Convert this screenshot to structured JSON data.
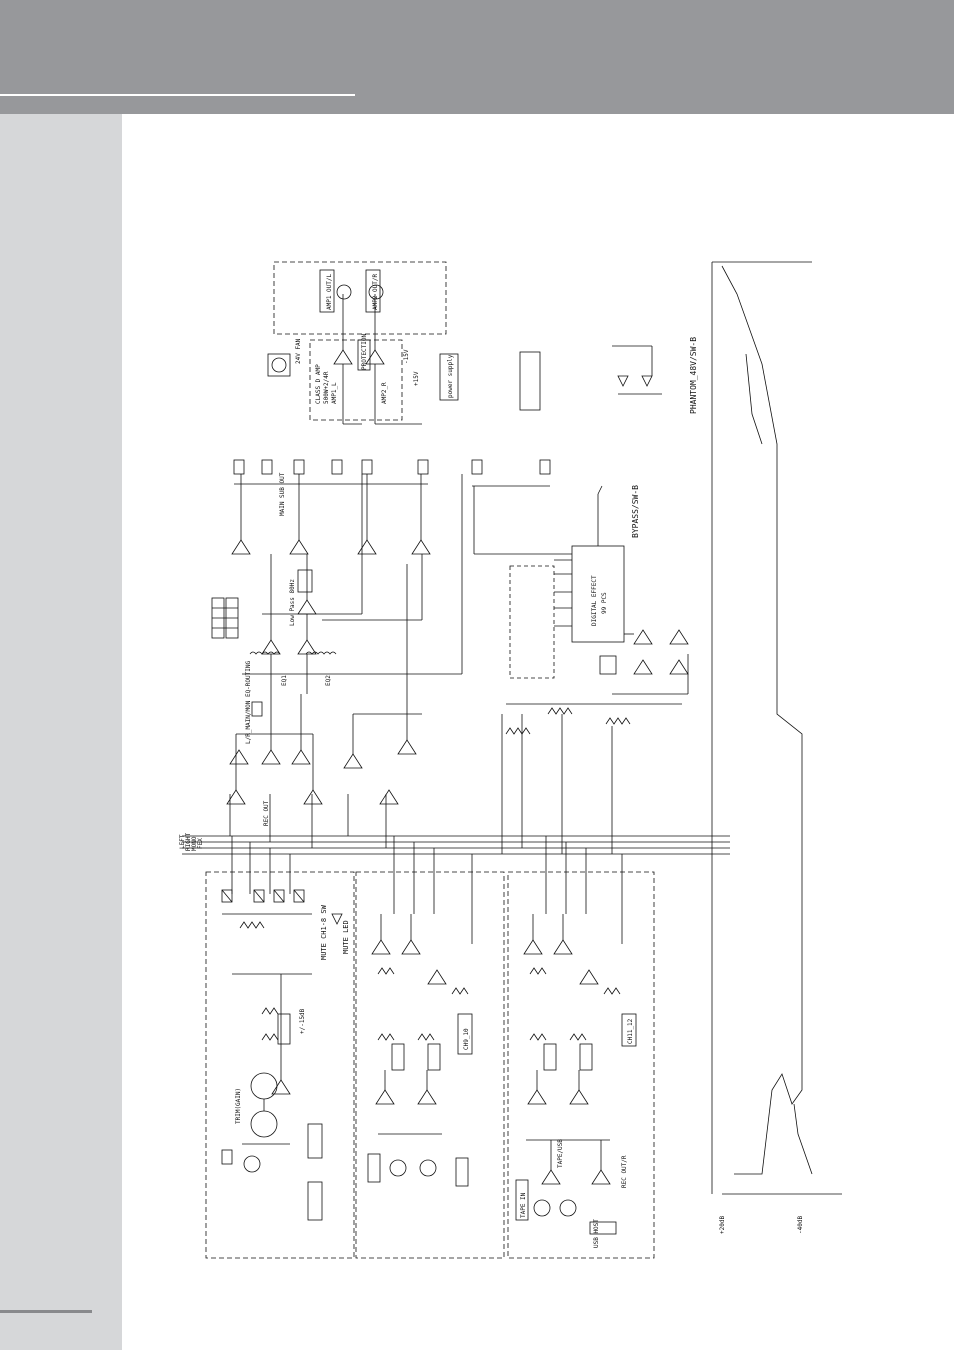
{
  "labels": {
    "fan": "24V FAN",
    "class_d": "CLASS D AMP",
    "amp_l_rating": "500W+2/4R",
    "amp_l": "AMP1_L",
    "amp_r": "AMP2_R",
    "protection": "PROTECTION",
    "amp1_out": "AMP1 OUT/L",
    "amp2_out": "AMP2 OUT/R",
    "power_supply": "power supply",
    "v_neg": "-15V",
    "v_pos": "+15V",
    "main_sub_out": "MAIN SUB OUT",
    "low_pass": "Low Pass 80Hz",
    "eq1": "EQ1",
    "eq2": "EQ2",
    "eq_routing": "L/R_MAIN/MON EQ-ROUTING",
    "rec_out": "REC OUT",
    "bus_left": "LEFT",
    "bus_right": "RIGHT",
    "bus_mono": "MONO",
    "bus_fx": "FEX",
    "digital_effect": "DIGITAL EFFECT",
    "presets": "99 PCS",
    "bypass": "BYPASS/SW-B",
    "phantom": "PHANTOM_48V/SW-B",
    "mute_sw": "MUTE CH1-8 SW",
    "mute_led": "MUTE LED",
    "trim_gain": "TRIM(GAIN)",
    "ch9_10": "CH9_10",
    "ch11_12": "CH11_12",
    "tape_in": "TAPE IN",
    "tape_usb": "TAPE/USB",
    "rec_out_r": "REC OUT/R",
    "usb_host": "USB HOST",
    "gain_pm15": "+/-15dB",
    "level_pos": "+20dB",
    "level_neg": "-40dB"
  },
  "colors": {
    "header": "#97989b",
    "side": "#d6d7d9",
    "ink": "#111111"
  }
}
